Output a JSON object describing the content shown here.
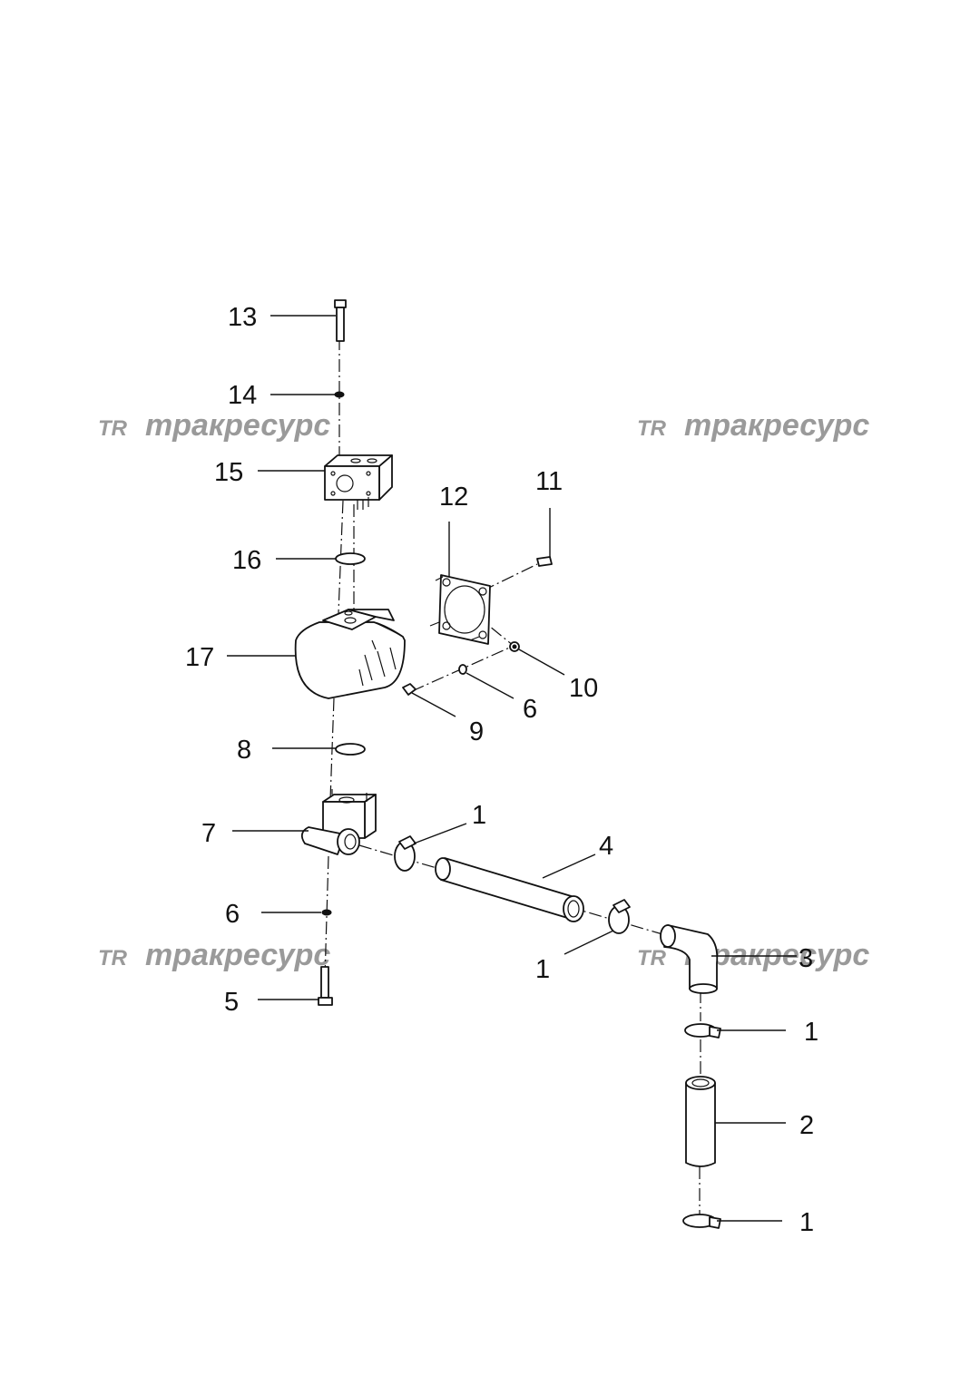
{
  "callouts": [
    {
      "label": "13"
    },
    {
      "label": "14"
    },
    {
      "label": "15"
    },
    {
      "label": "16"
    },
    {
      "label": "17"
    },
    {
      "label": "12"
    },
    {
      "label": "11"
    },
    {
      "label": "10"
    },
    {
      "label": "6"
    },
    {
      "label": "9"
    },
    {
      "label": "8"
    },
    {
      "label": "7"
    },
    {
      "label": "1"
    },
    {
      "label": "4"
    },
    {
      "label": "6"
    },
    {
      "label": "1"
    },
    {
      "label": "3"
    },
    {
      "label": "5"
    },
    {
      "label": "1"
    },
    {
      "label": "2"
    },
    {
      "label": "1"
    }
  ],
  "watermark": {
    "monogram": "TR",
    "text": "тракресурс",
    "color": "#9a9a9a"
  }
}
